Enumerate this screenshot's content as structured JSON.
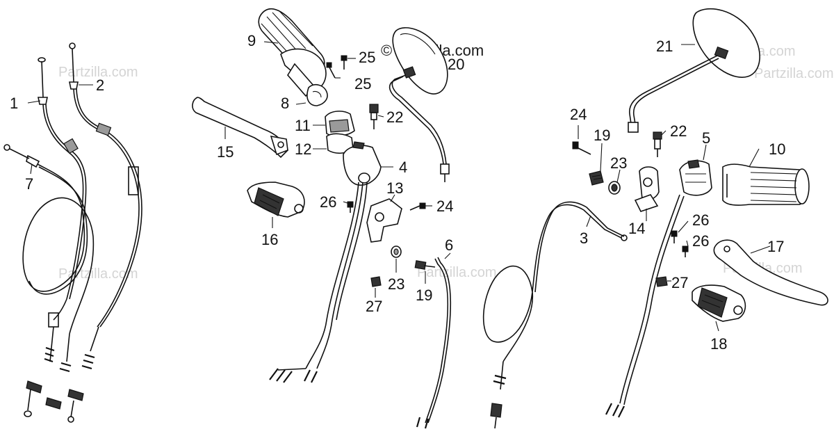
{
  "watermarks": {
    "main": "© Partzilla.com",
    "faint": "Partzilla.com"
  },
  "part_labels": {
    "p1": "1",
    "p2": "2",
    "p3": "3",
    "p4": "4",
    "p5": "5",
    "p6": "6",
    "p7": "7",
    "p8": "8",
    "p9": "9",
    "p10": "10",
    "p11": "11",
    "p12": "12",
    "p13": "13",
    "p14": "14",
    "p15": "15",
    "p16": "16",
    "p17": "17",
    "p18": "18",
    "p19a": "19",
    "p19b": "19",
    "p20": "20",
    "p21": "21",
    "p22a": "22",
    "p22b": "22",
    "p23a": "23",
    "p23b": "23",
    "p24a": "24",
    "p24b": "24",
    "p25a": "25",
    "p25b": "25",
    "p26a": "26",
    "p26b": "26",
    "p26c": "26",
    "p27a": "27",
    "p27b": "27"
  }
}
